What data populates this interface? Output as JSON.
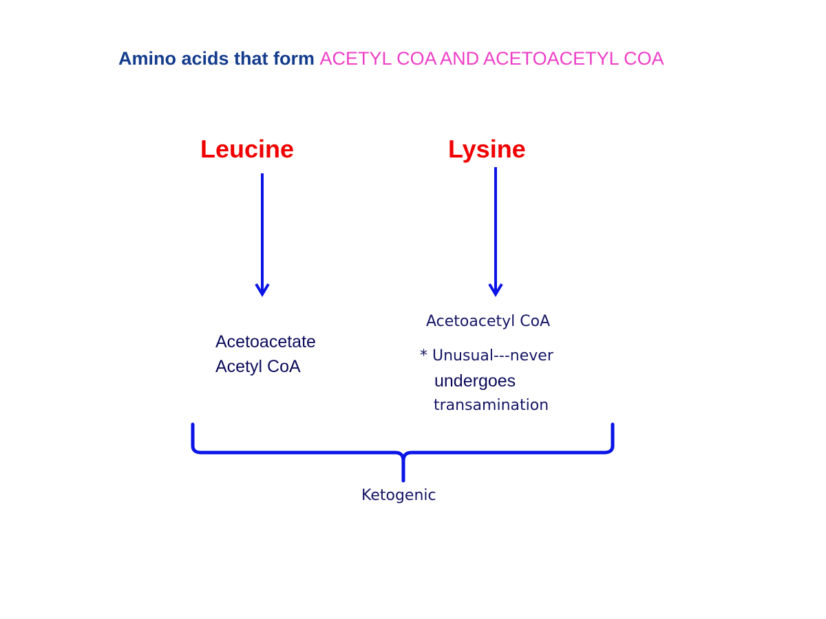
{
  "title": {
    "part1": "Amino acids that form ",
    "part2": "ACETYL COA AND ACETOACETYL COA"
  },
  "leucine": {
    "name": "Leucine",
    "products": [
      "Acetoacetate",
      "Acetyl CoA"
    ]
  },
  "lysine": {
    "name": "Lysine",
    "product": "Acetoacetyl CoA",
    "note": [
      "* Unusual---never",
      "undergoes",
      "transamination"
    ]
  },
  "group_label": "Ketogenic",
  "colors": {
    "title_dark_blue": "#143c8c",
    "title_pink": "#ee3dc6",
    "amino_acid_red": "#f00000",
    "arrow_blue": "#0a14e6",
    "text_navy": "#0a0a5a"
  }
}
